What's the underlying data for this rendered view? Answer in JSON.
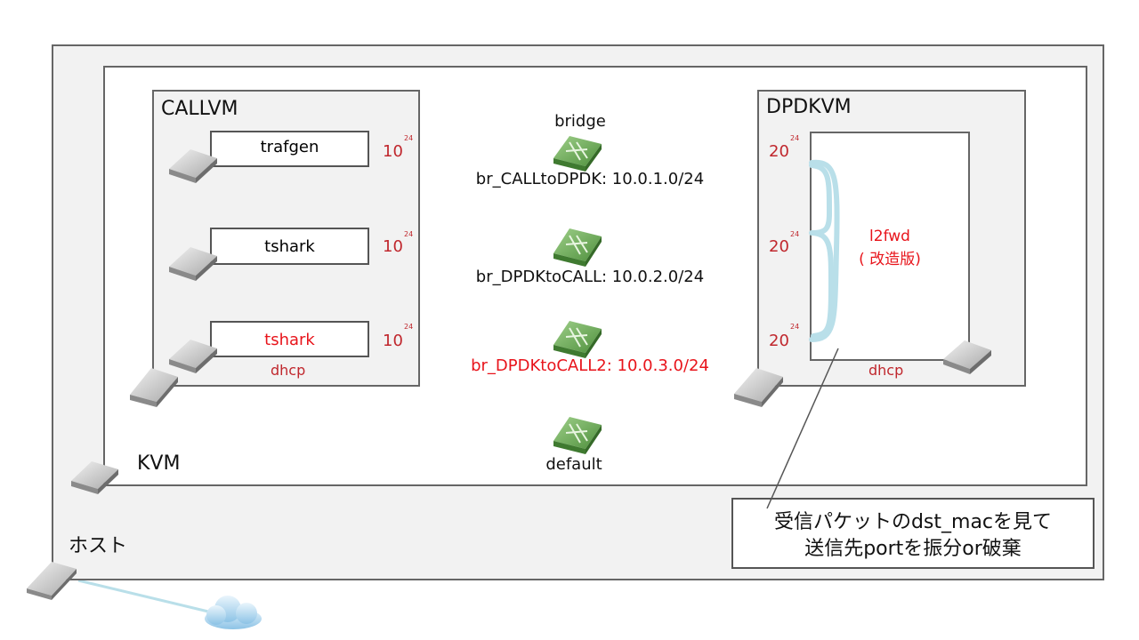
{
  "host": {
    "label": "ホスト"
  },
  "kvm": {
    "label": "KVM"
  },
  "callvm": {
    "label": "CALLVM",
    "apps": [
      {
        "name": "trafgen",
        "color": "#000000"
      },
      {
        "name": "tshark",
        "color": "#000000"
      },
      {
        "name": "tshark",
        "color": "#e8141b"
      }
    ],
    "ifaces": [
      {
        "num": "10",
        "sup": "24"
      },
      {
        "num": "10",
        "sup": "24"
      },
      {
        "num": "10",
        "sup": "24"
      }
    ],
    "dhcp": "dhcp"
  },
  "dpdkvm": {
    "label": "DPDKVM",
    "app": {
      "line1": "l2fwd",
      "line2": "( 改造版)"
    },
    "ifaces": [
      {
        "num": "20",
        "sup": "24"
      },
      {
        "num": "20",
        "sup": "24"
      },
      {
        "num": "20",
        "sup": "24"
      }
    ],
    "dhcp": "dhcp"
  },
  "bridges": {
    "header": "bridge",
    "items": [
      {
        "label": "br_CALLtoDPDK: 10.0.1.0/24",
        "color": "#111111"
      },
      {
        "label": "br_DPDKtoCALL: 10.0.2.0/24",
        "color": "#111111"
      },
      {
        "label": "br_DPDKtoCALL2: 10.0.3.0/24",
        "color": "#e8141b"
      }
    ]
  },
  "default_bridge": {
    "label": "default"
  },
  "callout": {
    "line1": "受信パケットのdst_macを見て",
    "line2": "送信先portを振分or破棄"
  },
  "colors": {
    "link": "#b9dfe9",
    "iface_text": "#c0272d",
    "alert": "#e8141b",
    "vm_fill": "#f2f2f2",
    "border": "#555555",
    "switch": "#6aa84f"
  },
  "icons": [
    "host-icon",
    "kvm-icon",
    "vm-icon",
    "switch-icon",
    "cloud-icon"
  ]
}
